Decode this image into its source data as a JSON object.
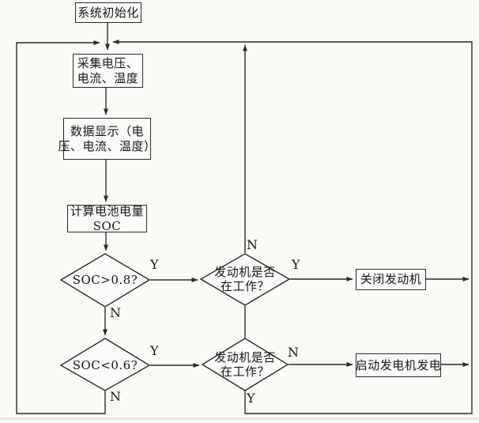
{
  "meta": {
    "type": "flowchart",
    "language": "zh"
  },
  "colors": {
    "line": "#2b2b2b",
    "background": "#fbfaf7",
    "node_fill": "#fcfbf9",
    "text": "#151515"
  },
  "flowchart": {
    "nodes": {
      "start": {
        "label": "系统初始化"
      },
      "collect": {
        "line1": "采集电压、",
        "line2": "电流、温度"
      },
      "display": {
        "line1": "数据显示（电",
        "line2": "压、电流、温度）"
      },
      "soc_calc": {
        "line1": "计算电池电量",
        "line2": "SOC"
      },
      "soc_high": {
        "label": "SOC>0.8?"
      },
      "soc_low": {
        "label": "SOC<0.6?"
      },
      "engine_check_upper": {
        "line1": "发动机是否",
        "line2": "在工作？"
      },
      "engine_check_lower": {
        "line1": "发动机是否",
        "line2": "在工作？"
      },
      "engine_off": {
        "label": "关闭发动机"
      },
      "generator_on": {
        "label": "启动发电机发电"
      }
    },
    "labels": {
      "soc_high_yes": "Y",
      "soc_high_no": "N",
      "soc_low_yes": "Y",
      "soc_low_no": "N",
      "engine_upper_no": "N",
      "engine_upper_yes": "Y",
      "engine_lower_no": "N",
      "engine_lower_yes": "Y"
    }
  }
}
